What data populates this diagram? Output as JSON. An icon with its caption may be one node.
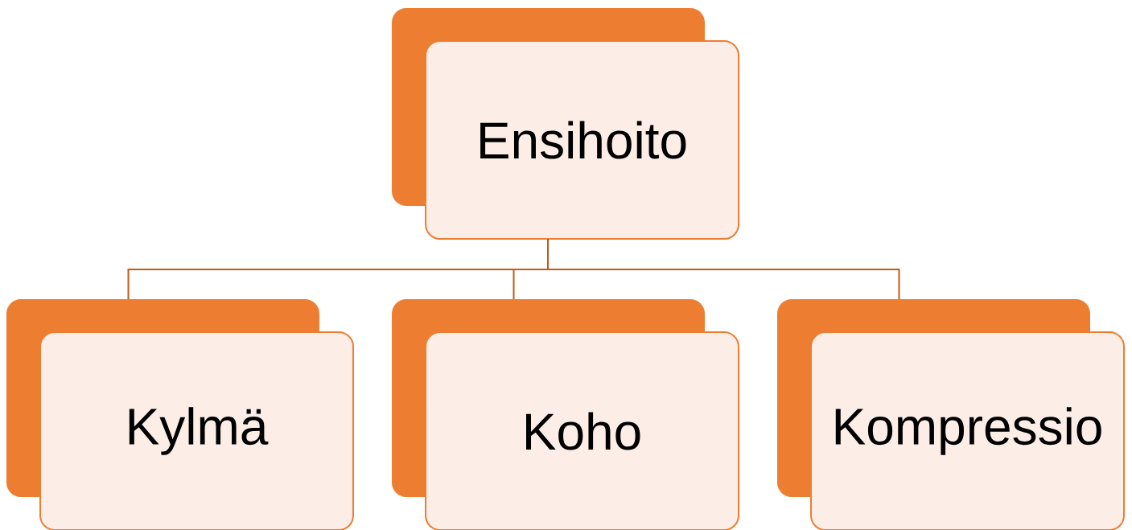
{
  "diagram": {
    "nodes": [
      {
        "text": [
          "Ensihoito"
        ]
      },
      {
        "text": [
          "Kylmä"
        ]
      },
      {
        "text": [
          "Koho"
        ]
      },
      {
        "text": [
          "Kompressio"
        ]
      }
    ],
    "edges": [
      {
        "from": 0,
        "to": 1,
        "arrow": "none"
      },
      {
        "from": 0,
        "to": 2,
        "arrow": "none"
      },
      {
        "from": 0,
        "to": 3,
        "arrow": "none"
      }
    ]
  }
}
